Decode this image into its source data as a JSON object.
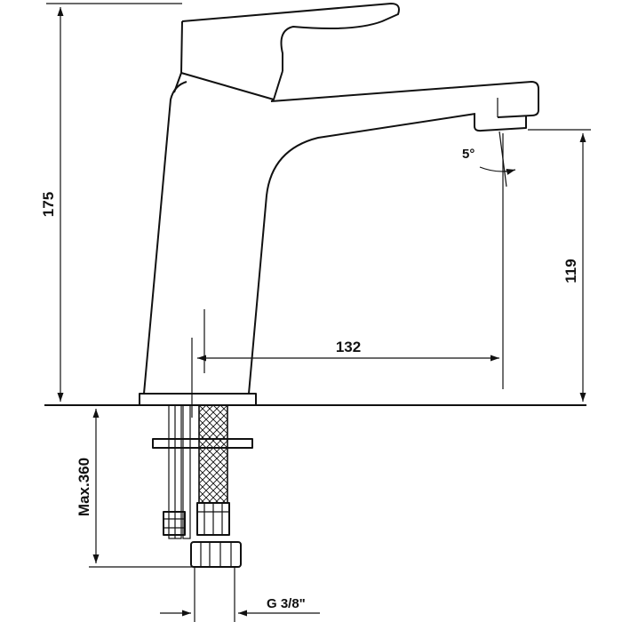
{
  "dimensions": {
    "total_height": "175",
    "spout_height": "119",
    "spout_reach": "132",
    "spout_angle": "5°",
    "hose_length": "Max.360",
    "connection_thread": "G 3/8\""
  },
  "colors": {
    "line": "#111111",
    "background": "#ffffff"
  }
}
